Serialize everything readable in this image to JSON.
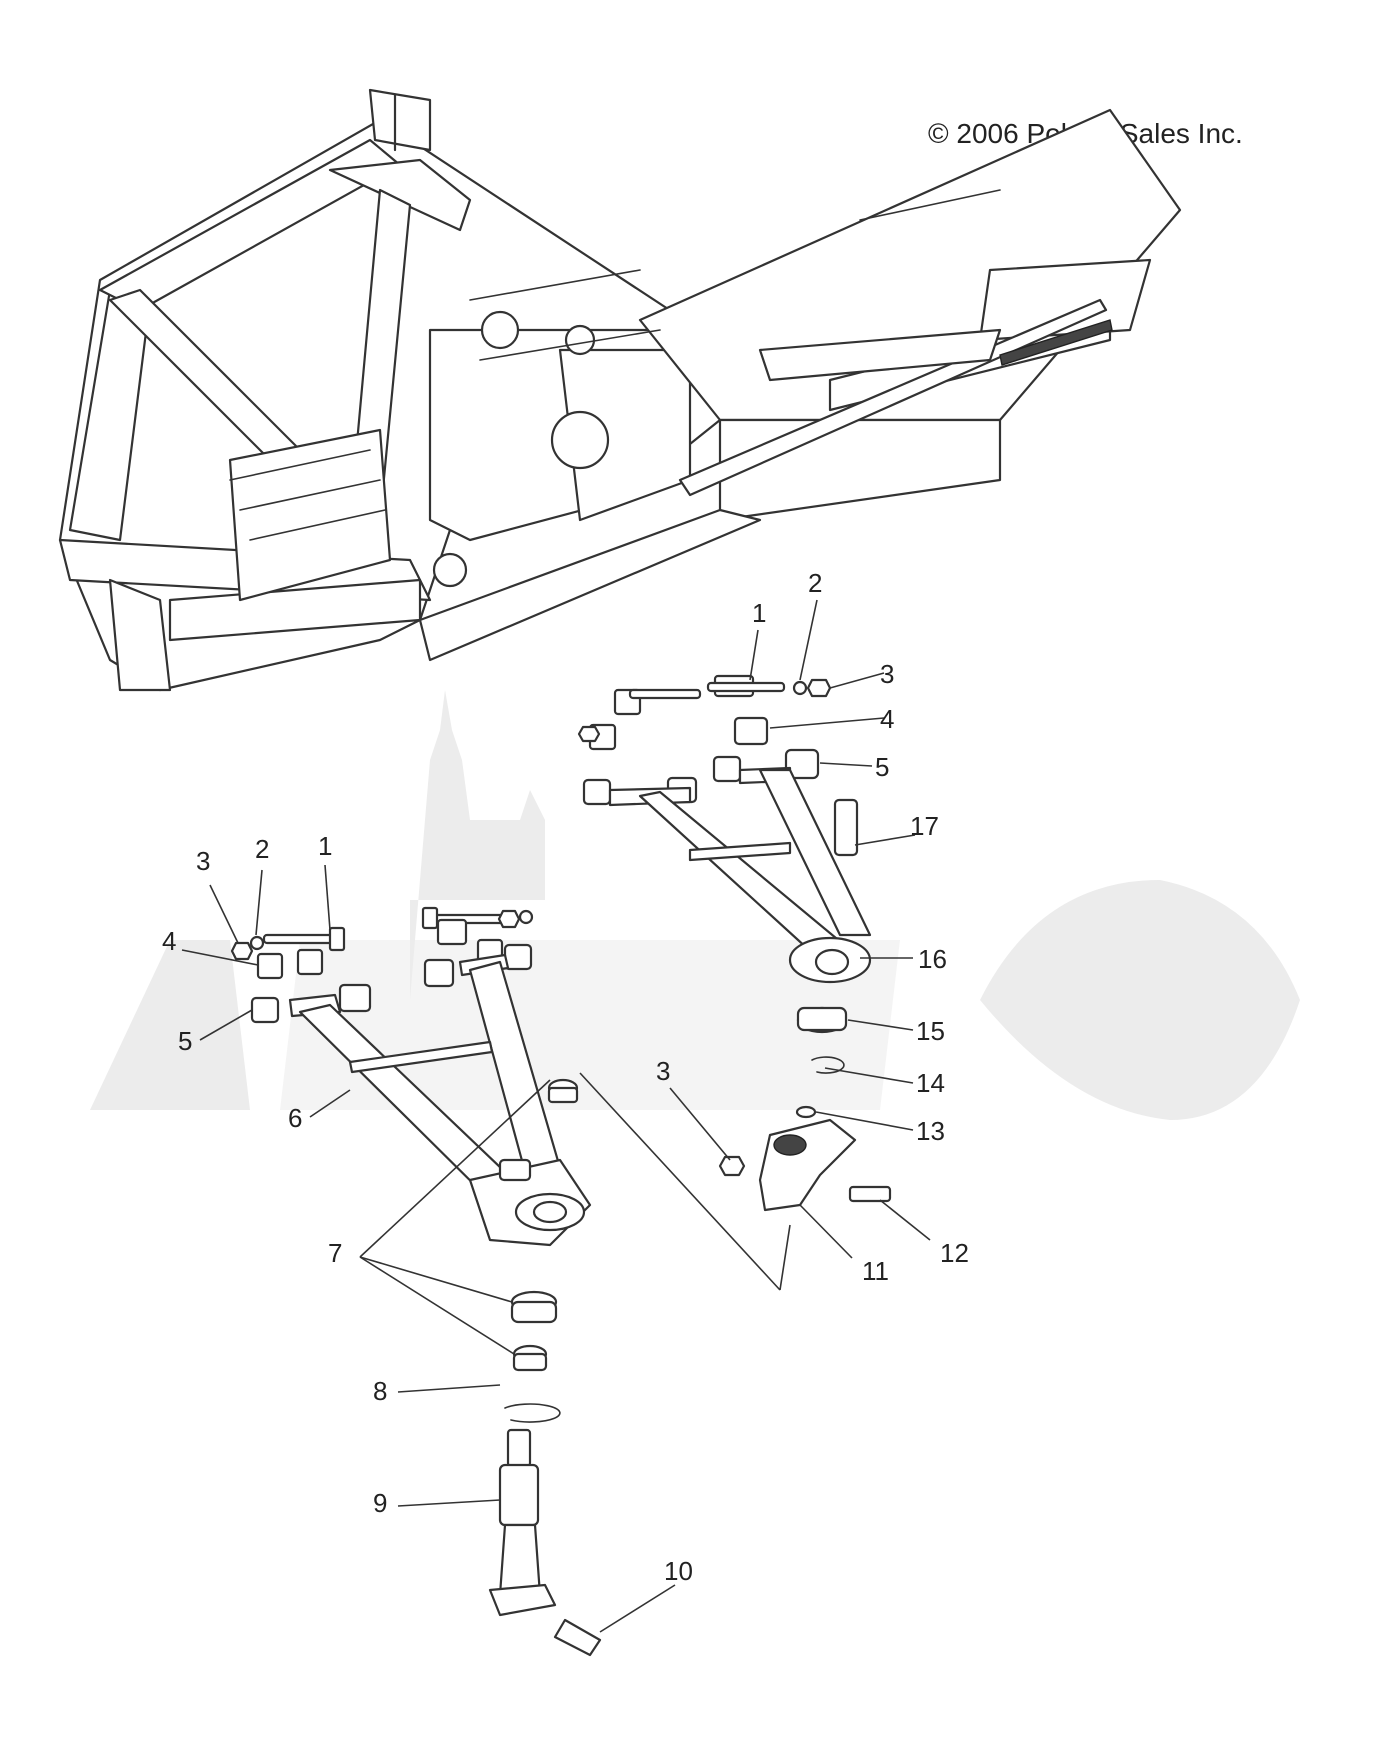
{
  "copyright": "© 2006 Polaris Sales Inc.",
  "callouts": [
    {
      "id": "c1a",
      "text": "1"
    },
    {
      "id": "c2a",
      "text": "2"
    },
    {
      "id": "c3a",
      "text": "3"
    },
    {
      "id": "c4a",
      "text": "4"
    },
    {
      "id": "c5a",
      "text": "5"
    },
    {
      "id": "c17",
      "text": "17"
    },
    {
      "id": "c3b",
      "text": "3"
    },
    {
      "id": "c2b",
      "text": "2"
    },
    {
      "id": "c1b",
      "text": "1"
    },
    {
      "id": "c4b",
      "text": "4"
    },
    {
      "id": "c16",
      "text": "16"
    },
    {
      "id": "c5b",
      "text": "5"
    },
    {
      "id": "c15",
      "text": "15"
    },
    {
      "id": "c3c",
      "text": "3"
    },
    {
      "id": "c14",
      "text": "14"
    },
    {
      "id": "c6",
      "text": "6"
    },
    {
      "id": "c13",
      "text": "13"
    },
    {
      "id": "c12",
      "text": "12"
    },
    {
      "id": "c7",
      "text": "7"
    },
    {
      "id": "c11",
      "text": "11"
    },
    {
      "id": "c8",
      "text": "8"
    },
    {
      "id": "c9",
      "text": "9"
    },
    {
      "id": "c10",
      "text": "10"
    }
  ]
}
